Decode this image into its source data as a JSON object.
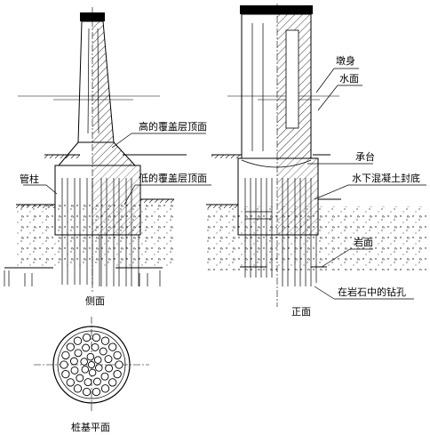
{
  "labels": {
    "pier_body": "墩身",
    "water_surface": "水面",
    "high_overburden_top": "高的覆盖层顶面",
    "pipe_column": "管柱",
    "low_overburden_top": "低的覆盖层顶面",
    "pile_cap": "承台",
    "underwater_concrete_seal": "水下混凝土封底",
    "rock_surface": "岩面",
    "side_view": "侧面",
    "front_view": "正面",
    "drilled_holes_in_rock": "在岩石中的钻孔",
    "pile_foundation_plan": "桩基平面"
  },
  "colors": {
    "line": "#000000",
    "background": "#ffffff"
  }
}
